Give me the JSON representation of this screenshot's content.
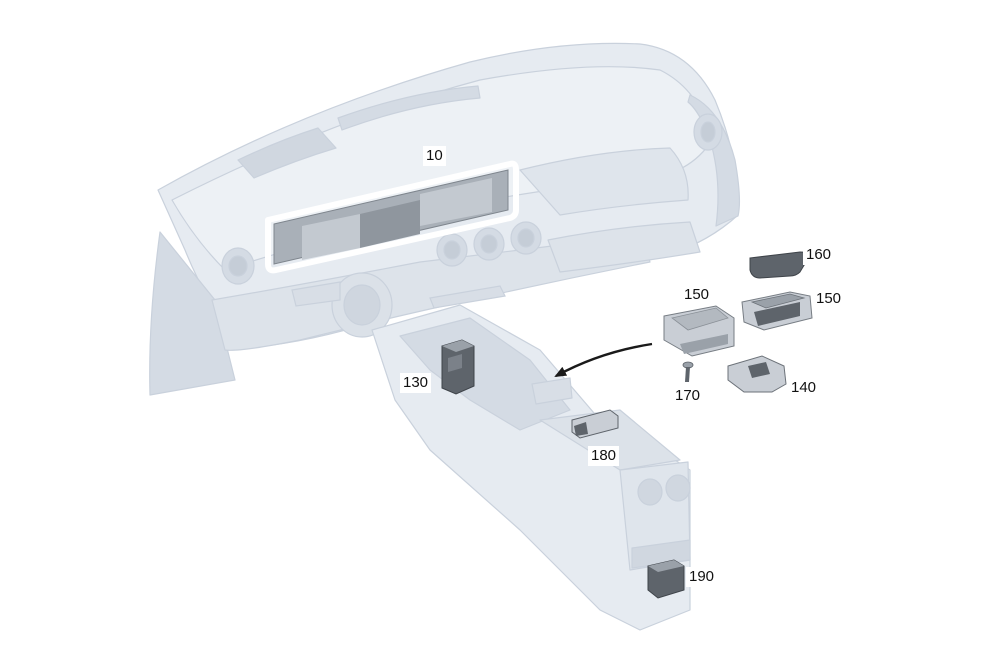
{
  "colors": {
    "ghost_fill": "#e6ebf1",
    "ghost_stroke": "#c9d1dc",
    "ghost_dark": "#d4dbe4",
    "highlight_stroke": "#ffffff",
    "screen": "#a9b0b8",
    "screen_dark": "#8f969e",
    "part_light": "#c9ced5",
    "part_mid": "#9aa1a9",
    "part_dark": "#5e646b",
    "arrow": "#1a1a1a",
    "text": "#111111"
  },
  "callouts": [
    {
      "id": "10",
      "label": "10"
    },
    {
      "id": "160",
      "label": "160"
    },
    {
      "id": "150a",
      "label": "150"
    },
    {
      "id": "150b",
      "label": "150"
    },
    {
      "id": "130",
      "label": "130"
    },
    {
      "id": "170",
      "label": "170"
    },
    {
      "id": "140",
      "label": "140"
    },
    {
      "id": "180",
      "label": "180"
    },
    {
      "id": "190",
      "label": "190"
    }
  ]
}
